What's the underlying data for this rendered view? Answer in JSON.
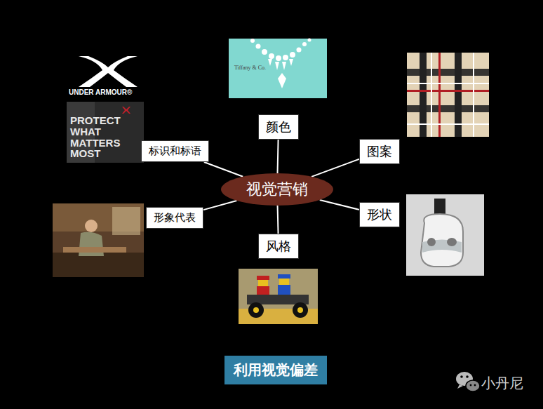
{
  "diagram": {
    "nodes": [
      {
        "text": [
          "视觉营销"
        ]
      },
      {
        "text": [
          "颜色"
        ]
      },
      {
        "text": [
          "图案"
        ]
      },
      {
        "text": [
          "形状"
        ]
      },
      {
        "text": [
          "风格"
        ]
      },
      {
        "text": [
          "形象代表"
        ]
      },
      {
        "text": [
          "标识和标语"
        ]
      },
      {
        "text": [
          "利用视觉偏差"
        ]
      }
    ],
    "edges": [
      {
        "from": 0,
        "to": 1,
        "arrow": "none"
      },
      {
        "from": 0,
        "to": 2,
        "arrow": "none"
      },
      {
        "from": 0,
        "to": 3,
        "arrow": "none"
      },
      {
        "from": 0,
        "to": 4,
        "arrow": "none"
      },
      {
        "from": 0,
        "to": 5,
        "arrow": "none"
      },
      {
        "from": 0,
        "to": 6,
        "arrow": "none"
      }
    ],
    "labels": [
      "UNDER ARMOUR®",
      "PROTECT WHAT MATTERS MOST",
      "Tiffany & Co.",
      "小丹尼"
    ]
  }
}
